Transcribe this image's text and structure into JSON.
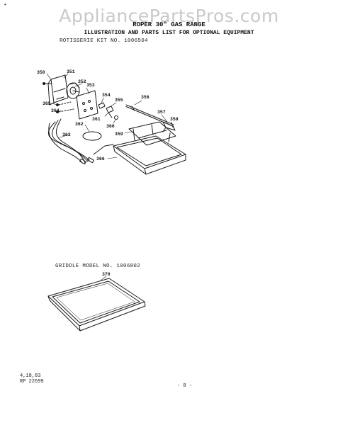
{
  "watermark": "AppliancePartsPros.com",
  "header": {
    "line1": "ROPER 30\" GAS RANGE",
    "line2": "ILLUSTRATION AND PARTS LIST FOR OPTIONAL EQUIPMENT"
  },
  "rotisserie": {
    "title": "ROTISSERIE KIT NO. 1006504",
    "callouts": {
      "c350": "350",
      "c351": "351",
      "c352": "352",
      "c353": "353",
      "c354": "354",
      "c355": "355",
      "c356": "356",
      "c357": "357",
      "c358": "358",
      "c359": "359",
      "c360": "360",
      "c361": "361",
      "c362": "362",
      "c363": "363",
      "c364": "364",
      "c365": "365",
      "c366": "366"
    }
  },
  "griddle": {
    "title": "GRIDDLE MODEL NO. 1006802",
    "callout": "370"
  },
  "footer": {
    "date": "4,18,83",
    "code": "RP 22699",
    "page": "- 8 -"
  }
}
